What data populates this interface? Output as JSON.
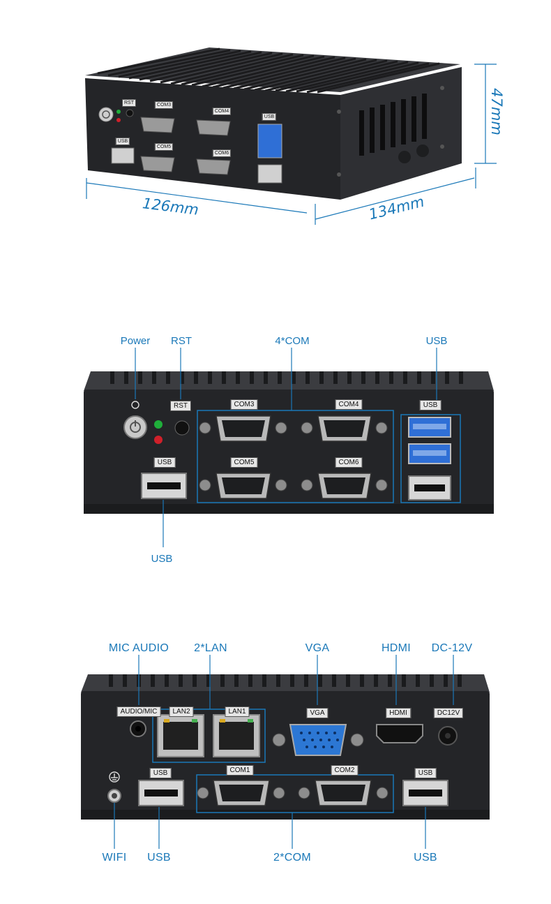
{
  "dimensions": {
    "width": "126mm",
    "depth": "134mm",
    "height": "47mm"
  },
  "top_view": {
    "port_labels": [
      "RST",
      "COM3",
      "COM4",
      "COM5",
      "COM6",
      "USB",
      "USB"
    ]
  },
  "front_view": {
    "callouts": {
      "power": "Power",
      "rst": "RST",
      "com": "4*COM",
      "usb_top": "USB",
      "usb_bottom": "USB"
    },
    "port_labels": {
      "rst": "RST",
      "com3": "COM3",
      "com4": "COM4",
      "com5": "COM5",
      "com6": "COM6",
      "usb_right": "USB",
      "usb_left": "USB"
    }
  },
  "rear_view": {
    "callouts": {
      "mic_audio": "MIC AUDIO",
      "lan": "2*LAN",
      "vga": "VGA",
      "hdmi": "HDMI",
      "dc": "DC-12V",
      "wifi": "WIFI",
      "usb_left": "USB",
      "com": "2*COM",
      "usb_right": "USB"
    },
    "port_labels": {
      "audio": "AUDIO/MIC",
      "lan2": "LAN2",
      "lan1": "LAN1",
      "vga": "VGA",
      "hdmi": "HDMI",
      "dc": "DC12V",
      "usb_left": "USB",
      "com1": "COM1",
      "com2": "COM2",
      "usb_right": "USB"
    }
  },
  "colors": {
    "accent": "#1a78b8",
    "chassis": "#2a2b2e",
    "usb3": "#2f6fd6",
    "vga": "#2c77d4",
    "led_green": "#1fae3a",
    "led_red": "#d0202a"
  }
}
